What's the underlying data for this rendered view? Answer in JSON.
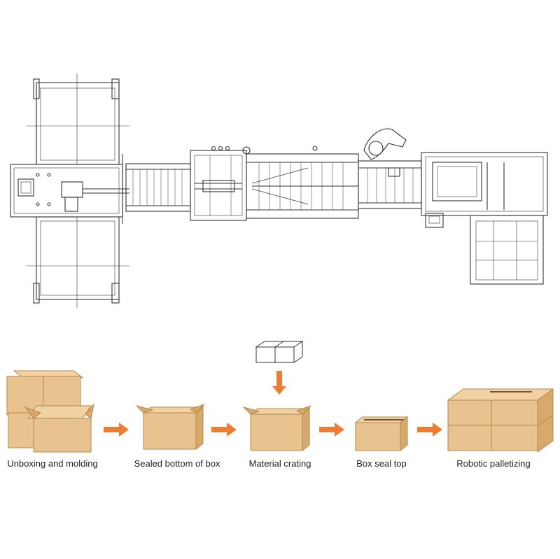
{
  "steps": [
    {
      "label": "Unboxing and molding"
    },
    {
      "label": "Sealed bottom of box"
    },
    {
      "label": "Material crating"
    },
    {
      "label": "Box seal top"
    },
    {
      "label": "Robotic palletizing"
    }
  ],
  "colors": {
    "arrow": "#ED7D31",
    "line": "#333333",
    "box_face": "#E8C38F",
    "box_side": "#D7A96B",
    "box_top": "#F0D2A3",
    "box_edge": "#B9874A",
    "tape": "#7A5030"
  }
}
